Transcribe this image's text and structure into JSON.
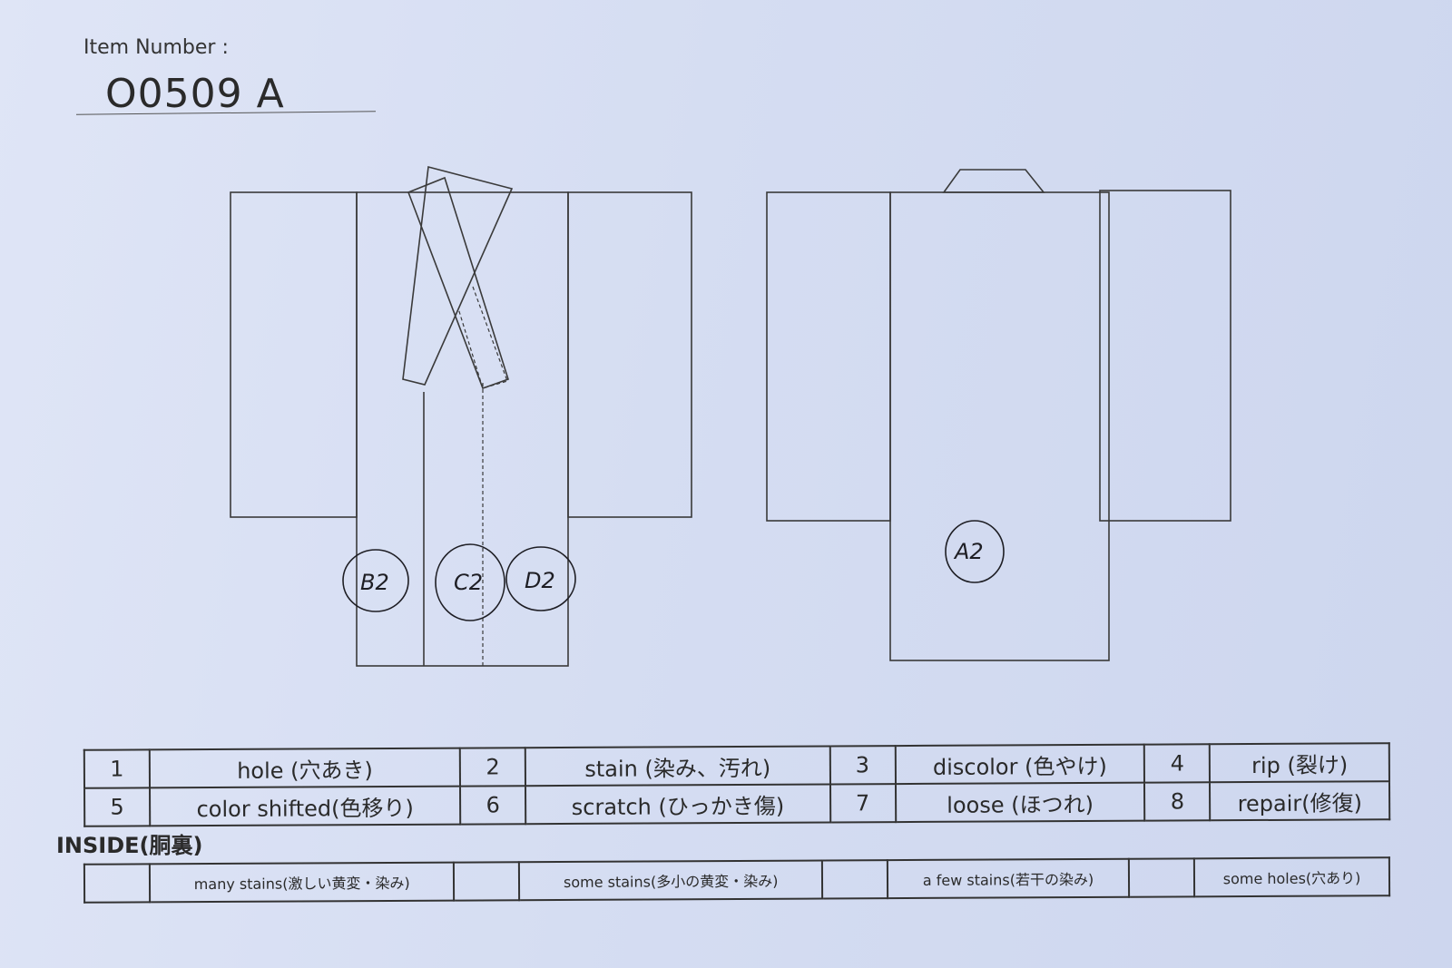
{
  "header": {
    "item_label": "Item Number :",
    "item_number": "O0509 A"
  },
  "marks": {
    "front": [
      "B2",
      "C2",
      "D2"
    ],
    "back": [
      "A2"
    ]
  },
  "legend": [
    {
      "num": "1",
      "text": "hole (穴あき)"
    },
    {
      "num": "2",
      "text": "stain (染み、汚れ)"
    },
    {
      "num": "3",
      "text": "discolor (色やけ)"
    },
    {
      "num": "4",
      "text": "rip (裂け)"
    },
    {
      "num": "5",
      "text": "color shifted(色移り)"
    },
    {
      "num": "6",
      "text": "scratch (ひっかき傷)"
    },
    {
      "num": "7",
      "text": "loose (ほつれ)"
    },
    {
      "num": "8",
      "text": "repair(修復)"
    }
  ],
  "inside": {
    "label": "INSIDE(胴裏)",
    "options": [
      "many stains(激しい黄変・染み)",
      "some stains(多小の黄変・染み)",
      "a few stains(若干の染み)",
      "some holes(穴あり)"
    ]
  }
}
